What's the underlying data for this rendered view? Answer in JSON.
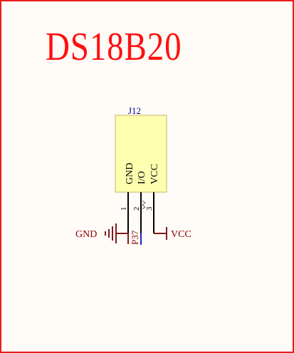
{
  "title": "DS18B20",
  "component": {
    "ref": "J12",
    "pins": [
      {
        "number": "1",
        "name": "GND"
      },
      {
        "number": "2",
        "name": "I/O"
      },
      {
        "number": "3",
        "name": "VCC"
      }
    ],
    "body_color": "#ffffb0",
    "body_stroke": "#c9b36a"
  },
  "nets": {
    "gnd": "GND",
    "vcc": "VCC",
    "io_label": "P37"
  },
  "colors": {
    "frame": "#e8201e",
    "title": "#ff1010",
    "wire": "#7f1b1b",
    "net_label": "#8b0000",
    "ref": "#00008b",
    "io_wire": "#2020d0"
  }
}
